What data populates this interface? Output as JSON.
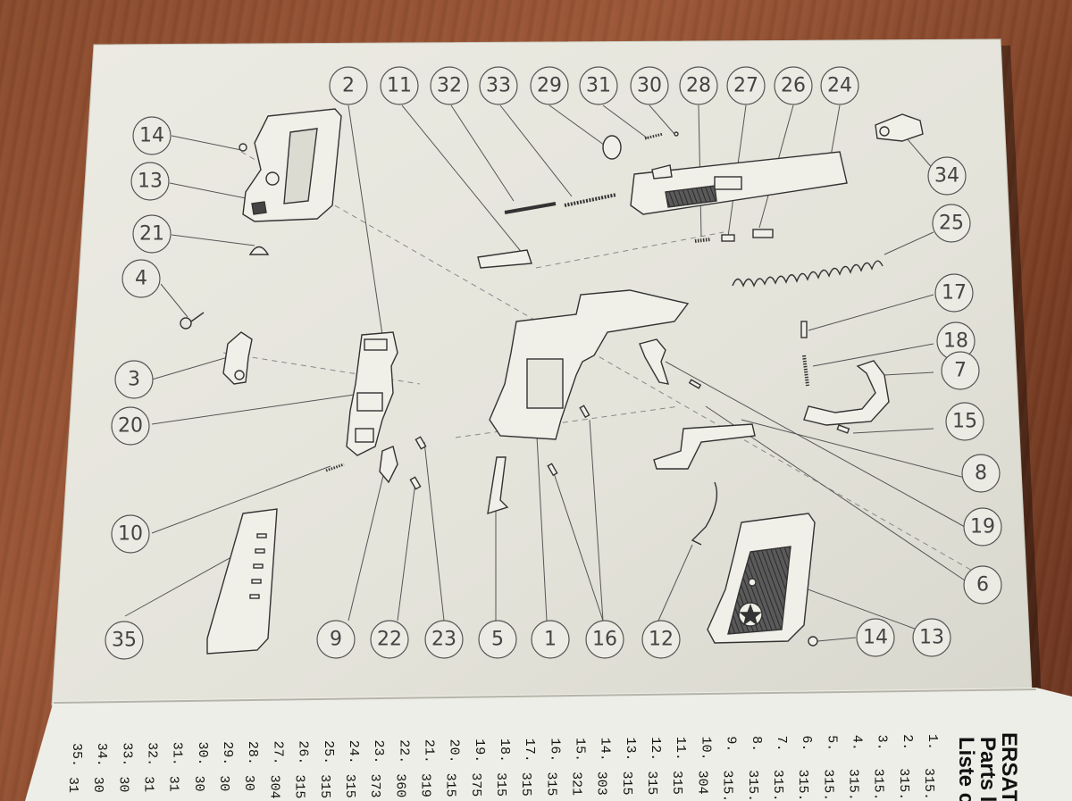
{
  "callouts": {
    "top": [
      "2",
      "11",
      "32",
      "33",
      "29",
      "31",
      "30",
      "28",
      "27",
      "26",
      "24"
    ],
    "left": [
      "14",
      "13",
      "21",
      "4",
      "3",
      "20",
      "10",
      "35"
    ],
    "right": [
      "34",
      "25",
      "17",
      "18",
      "7",
      "15",
      "8",
      "19",
      "6",
      "13"
    ],
    "bottom": [
      "9",
      "22",
      "23",
      "5",
      "1",
      "16",
      "12",
      "14"
    ]
  },
  "second_page": {
    "heading_lines": [
      "ERSAT",
      "Parts l",
      "Liste c"
    ],
    "item_numbers": [
      "1.",
      "2.",
      "3.",
      "4.",
      "5.",
      "6.",
      "7.",
      "8.",
      "9.",
      "10.",
      "11.",
      "12.",
      "13.",
      "14.",
      "15.",
      "16.",
      "17.",
      "18.",
      "19.",
      "20.",
      "21.",
      "22.",
      "23.",
      "24.",
      "25.",
      "26.",
      "27.",
      "28.",
      "29.",
      "30.",
      "31.",
      "32.",
      "33.",
      "34.",
      "35."
    ],
    "part_codes": [
      "315.",
      "315.",
      "315.",
      "315.",
      "315.",
      "315.",
      "315.",
      "315.",
      "315.",
      "304",
      "315",
      "315",
      "315",
      "303",
      "321",
      "315",
      "315",
      "315",
      "375",
      "315",
      "319",
      "360",
      "373",
      "315",
      "315",
      "315",
      "304",
      "30",
      "30",
      "30",
      "31",
      "31",
      "30",
      "30",
      "31"
    ]
  }
}
